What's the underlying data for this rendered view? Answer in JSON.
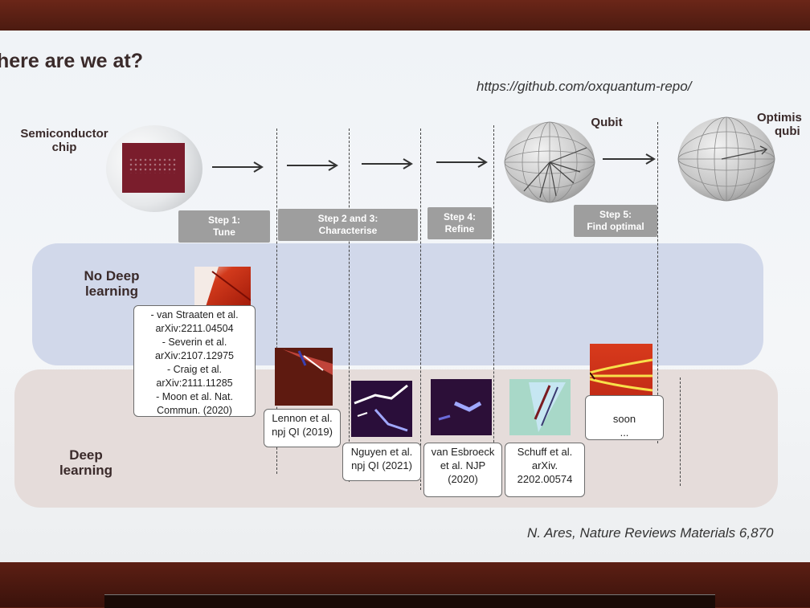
{
  "slide": {
    "title": "here are we at?",
    "url": "https://github.com/oxquantum-repo/",
    "chip_label_line1": "Semiconductor",
    "chip_label_line2": "chip",
    "qubit_label": "Qubit",
    "optimised_label_line1": "Optimis",
    "optimised_label_line2": "qubi"
  },
  "steps": [
    {
      "line1": "Step 1:",
      "line2": "Tune"
    },
    {
      "line1": "Step 2 and 3:",
      "line2": "Characterise"
    },
    {
      "line1": "Step 4:",
      "line2": "Refine"
    },
    {
      "line1": "Step 5:",
      "line2": "Find optimal"
    }
  ],
  "bands": {
    "no_deep_line1": "No Deep",
    "no_deep_line2": "learning",
    "deep_line1": "Deep",
    "deep_line2": "learning"
  },
  "references": {
    "no_deep_list": [
      "- van Straaten et al.",
      "arXiv:2211.04504",
      "- Severin et al.",
      "arXiv:2107.12975",
      "- Craig et al.",
      "arXiv:2111.11285",
      "- Moon et al. Nat.",
      "Commun. (2020)"
    ],
    "lennon": [
      "Lennon et al.",
      "npj QI (2019)"
    ],
    "nguyen": [
      "Nguyen et al.",
      "npj QI (2021)"
    ],
    "esbroeck": [
      "van Esbroeck",
      "et al. NJP",
      "(2020)"
    ],
    "schuff": [
      "Schuff et al.",
      "arXiv.",
      "2202.00574"
    ],
    "soon": [
      "soon",
      "..."
    ]
  },
  "caption": "N. Ares, Nature Reviews Materials 6,870"
}
